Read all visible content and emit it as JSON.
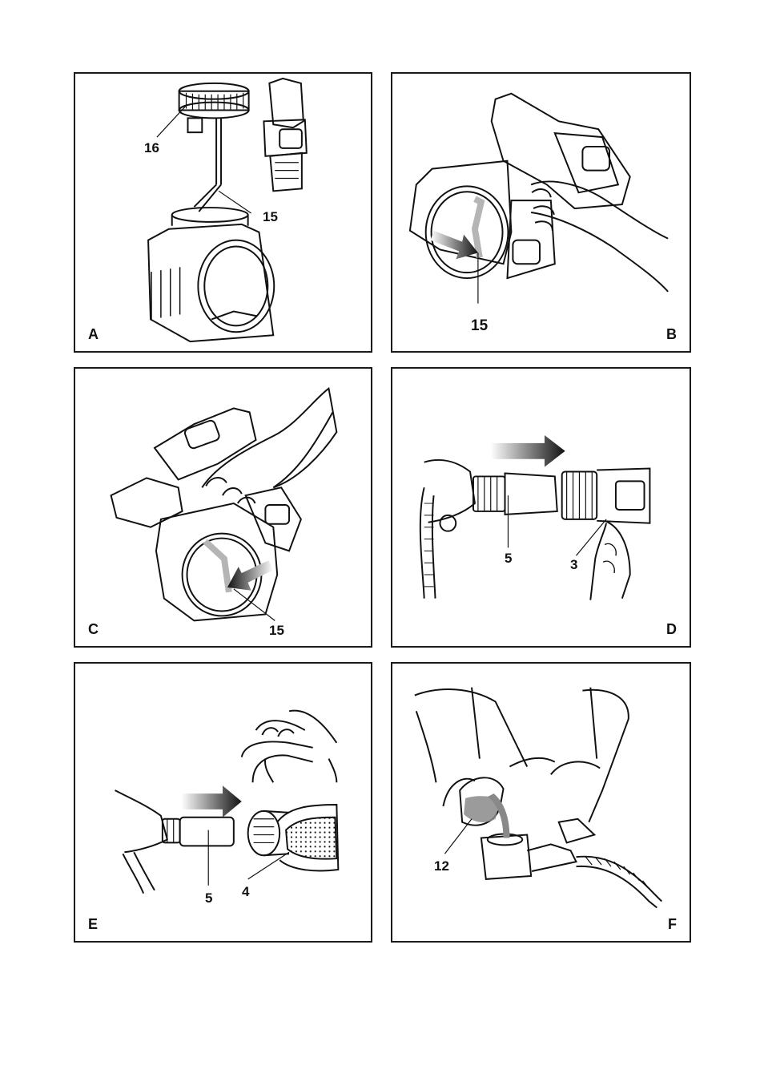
{
  "panels": [
    {
      "letter": "A",
      "callouts": [
        "16",
        "15"
      ]
    },
    {
      "letter": "B",
      "callouts": [
        "15"
      ]
    },
    {
      "letter": "C",
      "callouts": [
        "15"
      ]
    },
    {
      "letter": "D",
      "callouts": [
        "5",
        "3"
      ]
    },
    {
      "letter": "E",
      "callouts": [
        "5",
        "4"
      ]
    },
    {
      "letter": "F",
      "callouts": [
        "12"
      ]
    }
  ]
}
